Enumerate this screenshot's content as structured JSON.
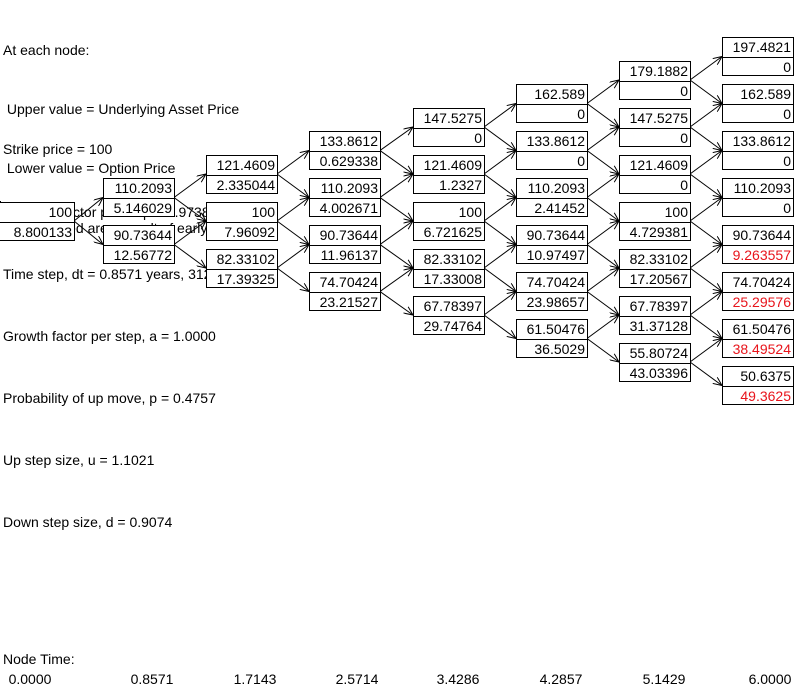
{
  "legend": {
    "line1": "At each node:",
    "line2": " Upper value = Underlying Asset Price",
    "line3": " Lower value = Option Price",
    "line4": "Values in red are a result of early exercise."
  },
  "params": {
    "strike": "Strike price = 100",
    "discount": "Discount factor per step = 0.9738",
    "time_step": "Time step, dt = 0.8571 years, 312.86 days",
    "growth": "Growth factor per step, a = 1.0000",
    "prob": "Probability of up move, p = 0.4757",
    "up": "Up step size, u = 1.1021",
    "down": "Down step size, d = 0.9074"
  },
  "colors": {
    "early_exercise": "#e8141b",
    "lines": "#000000"
  },
  "tree": {
    "steps": [
      [
        {
          "upper": "100",
          "lower": "8.800133"
        }
      ],
      [
        {
          "upper": "110.2093",
          "lower": "5.146029"
        },
        {
          "upper": "90.73644",
          "lower": "12.56772"
        }
      ],
      [
        {
          "upper": "121.4609",
          "lower": "2.335044"
        },
        {
          "upper": "100",
          "lower": "7.96092"
        },
        {
          "upper": "82.33102",
          "lower": "17.39325"
        }
      ],
      [
        {
          "upper": "133.8612",
          "lower": "0.629338"
        },
        {
          "upper": "110.2093",
          "lower": "4.002671"
        },
        {
          "upper": "90.73644",
          "lower": "11.96137"
        },
        {
          "upper": "74.70424",
          "lower": "23.21527"
        }
      ],
      [
        {
          "upper": "147.5275",
          "lower": "0"
        },
        {
          "upper": "121.4609",
          "lower": "1.2327"
        },
        {
          "upper": "100",
          "lower": "6.721625"
        },
        {
          "upper": "82.33102",
          "lower": "17.33008"
        },
        {
          "upper": "67.78397",
          "lower": "29.74764"
        }
      ],
      [
        {
          "upper": "162.589",
          "lower": "0"
        },
        {
          "upper": "133.8612",
          "lower": "0"
        },
        {
          "upper": "110.2093",
          "lower": "2.41452"
        },
        {
          "upper": "90.73644",
          "lower": "10.97497"
        },
        {
          "upper": "74.70424",
          "lower": "23.98657"
        },
        {
          "upper": "61.50476",
          "lower": "36.5029"
        }
      ],
      [
        {
          "upper": "179.1882",
          "lower": "0"
        },
        {
          "upper": "147.5275",
          "lower": "0"
        },
        {
          "upper": "121.4609",
          "lower": "0"
        },
        {
          "upper": "100",
          "lower": "4.729381"
        },
        {
          "upper": "82.33102",
          "lower": "17.20567"
        },
        {
          "upper": "67.78397",
          "lower": "31.37128"
        },
        {
          "upper": "55.80724",
          "lower": "43.03396"
        }
      ],
      [
        {
          "upper": "197.4821",
          "lower": "0"
        },
        {
          "upper": "162.589",
          "lower": "0"
        },
        {
          "upper": "133.8612",
          "lower": "0"
        },
        {
          "upper": "110.2093",
          "lower": "0"
        },
        {
          "upper": "90.73644",
          "lower": "9.263557",
          "early_exercise": true
        },
        {
          "upper": "74.70424",
          "lower": "25.29576",
          "early_exercise": true
        },
        {
          "upper": "61.50476",
          "lower": "38.49524",
          "early_exercise": true
        },
        {
          "upper": "50.6375",
          "lower": "49.3625",
          "early_exercise": true
        }
      ]
    ]
  },
  "node_time": {
    "label": "Node Time:",
    "values": [
      "0.0000",
      "0.8571",
      "1.7143",
      "2.5714",
      "3.4286",
      "4.2857",
      "5.1429",
      "6.0000"
    ]
  }
}
